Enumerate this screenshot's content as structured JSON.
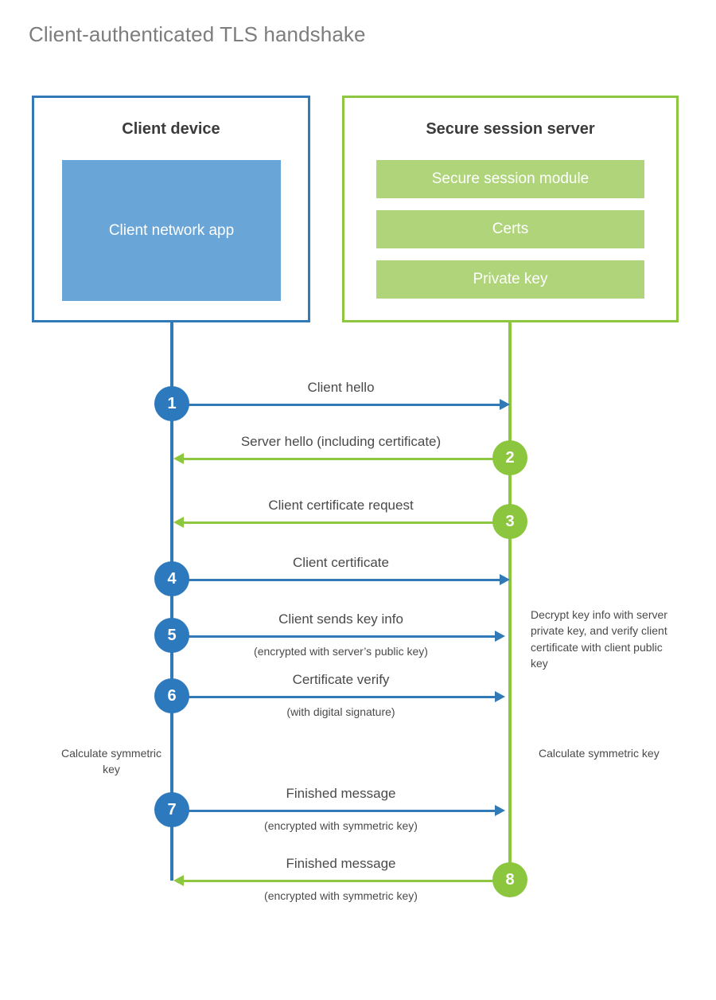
{
  "page": {
    "title": "Client-authenticated TLS handshake"
  },
  "colors": {
    "client_accent": "#3279b8",
    "client_badge": "#2d79be",
    "client_app_fill": "#6aa5d7",
    "server_accent": "#8dc63f",
    "server_badge": "#8cc63e",
    "server_bar_fill": "#afd47a",
    "title_text": "#7d7d7d",
    "label_text": "#4a4a4a"
  },
  "client": {
    "title": "Client device",
    "app_label": "Client network app"
  },
  "server": {
    "title": "Secure session server",
    "components": [
      {
        "label": "Secure session module"
      },
      {
        "label": "Certs"
      },
      {
        "label": "Private key"
      }
    ]
  },
  "messages": [
    {
      "step": "1",
      "label": "Client hello",
      "sublabel": "",
      "direction": "client-to-server",
      "color": "blue"
    },
    {
      "step": "2",
      "label": "Server hello (including certificate)",
      "sublabel": "",
      "direction": "server-to-client",
      "color": "green"
    },
    {
      "step": "3",
      "label": "Client certificate request",
      "sublabel": "",
      "direction": "server-to-client",
      "color": "green"
    },
    {
      "step": "4",
      "label": "Client certificate",
      "sublabel": "",
      "direction": "client-to-server",
      "color": "blue"
    },
    {
      "step": "5",
      "label": "Client sends key info",
      "sublabel": "(encrypted with server’s public key)",
      "direction": "client-to-server",
      "color": "blue"
    },
    {
      "step": "6",
      "label": "Certificate verify",
      "sublabel": "(with digital signature)",
      "direction": "client-to-server",
      "color": "blue"
    },
    {
      "step": "7",
      "label": "Finished message",
      "sublabel": "(encrypted with symmetric key)",
      "direction": "client-to-server",
      "color": "blue"
    },
    {
      "step": "8",
      "label": "Finished message",
      "sublabel": "(encrypted with symmetric key)",
      "direction": "server-to-client",
      "color": "green"
    }
  ],
  "annotations": {
    "server_decrypt": "Decrypt key info with server private key, and verify client certificate with client public key",
    "client_symmetric": "Calculate symmetric key",
    "server_symmetric": "Calculate symmetric key"
  }
}
